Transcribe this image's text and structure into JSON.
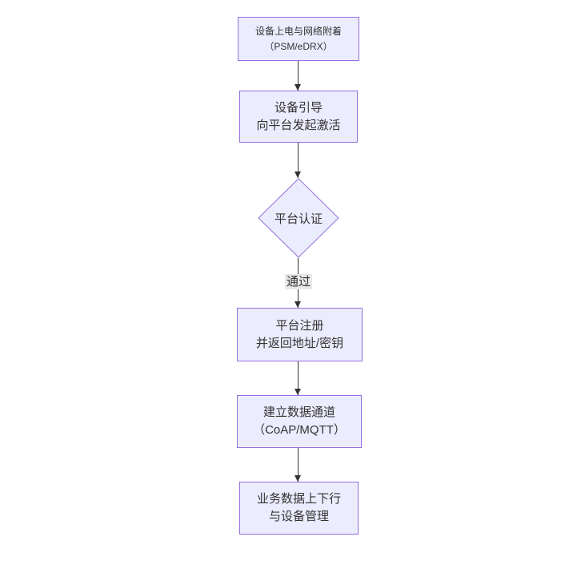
{
  "diagram": {
    "type": "flowchart",
    "direction": "top-down",
    "colors": {
      "background": "#ffffff",
      "node_fill": "#ECECFF",
      "node_border": "#9370DB",
      "arrow": "#333333",
      "text": "#333333",
      "edge_label_bg": "#e8e8e8"
    },
    "nodes": [
      {
        "id": "power_attach",
        "shape": "rect",
        "lines": [
          "设备上电与网络附着",
          "（PSM/eDRX）"
        ]
      },
      {
        "id": "bootstrap",
        "shape": "rect",
        "lines": [
          "设备引导",
          "向平台发起激活"
        ]
      },
      {
        "id": "platform_auth",
        "shape": "diamond",
        "lines": [
          "平台认证"
        ]
      },
      {
        "id": "platform_register",
        "shape": "rect",
        "lines": [
          "平台注册",
          "并返回地址/密钥"
        ]
      },
      {
        "id": "data_channel",
        "shape": "rect",
        "lines": [
          "建立数据通道",
          "（CoAP/MQTT）"
        ]
      },
      {
        "id": "business_mgmt",
        "shape": "rect",
        "lines": [
          "业务数据上下行",
          "与设备管理"
        ]
      }
    ],
    "edges": [
      {
        "from": "power_attach",
        "to": "bootstrap",
        "label": ""
      },
      {
        "from": "bootstrap",
        "to": "platform_auth",
        "label": ""
      },
      {
        "from": "platform_auth",
        "to": "platform_register",
        "label": "通过"
      },
      {
        "from": "platform_register",
        "to": "data_channel",
        "label": ""
      },
      {
        "from": "data_channel",
        "to": "business_mgmt",
        "label": ""
      }
    ]
  }
}
